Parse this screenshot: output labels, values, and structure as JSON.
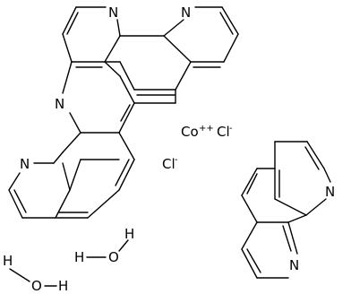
{
  "molecule": {
    "cation": {
      "symbol": "Co",
      "charge": "++"
    },
    "chloride_1": {
      "symbol": "Cl",
      "charge": "-"
    },
    "chloride_2": {
      "symbol": "Cl",
      "charge": "-"
    },
    "ring_atoms": {
      "nitrogen": "N"
    },
    "water_1": {
      "h1": "H",
      "o": "O",
      "h2": "H"
    },
    "water_2": {
      "h1": "H",
      "o": "O",
      "h2": "H"
    }
  }
}
